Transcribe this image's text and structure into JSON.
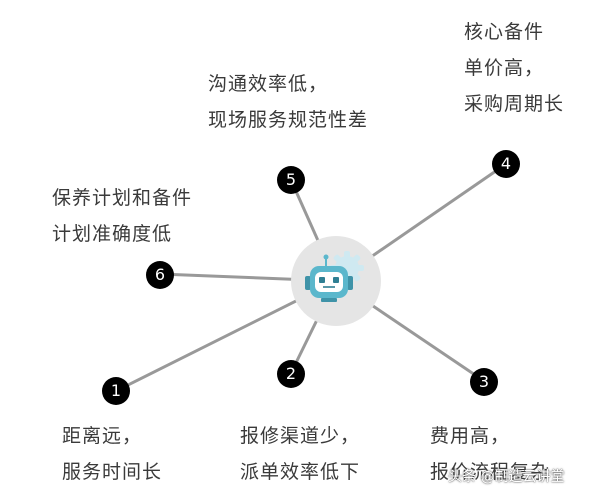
{
  "colors": {
    "spoke": "#999999",
    "badge": "#000000",
    "hub_bg": "#e5e5e5",
    "robot": "#5bb7cc",
    "text": "#3a3a3a"
  },
  "hub": {
    "icon": "robot-gear-icon"
  },
  "nodes": [
    {
      "number": "1",
      "lines": [
        "距离远，",
        "服务时间长"
      ]
    },
    {
      "number": "2",
      "lines": [
        "报修渠道少，",
        "派单效率低下"
      ]
    },
    {
      "number": "3",
      "lines": [
        "费用高，",
        "报价流程复杂"
      ]
    },
    {
      "number": "4",
      "lines": [
        "核心备件",
        "单价高，",
        "采购周期长"
      ]
    },
    {
      "number": "5",
      "lines": [
        "沟通效率低，",
        "现场服务规范性差"
      ]
    },
    {
      "number": "6",
      "lines": [
        "保养计划和备件",
        "计划准确度低"
      ]
    }
  ],
  "watermark": "头条 @制造云讲堂"
}
